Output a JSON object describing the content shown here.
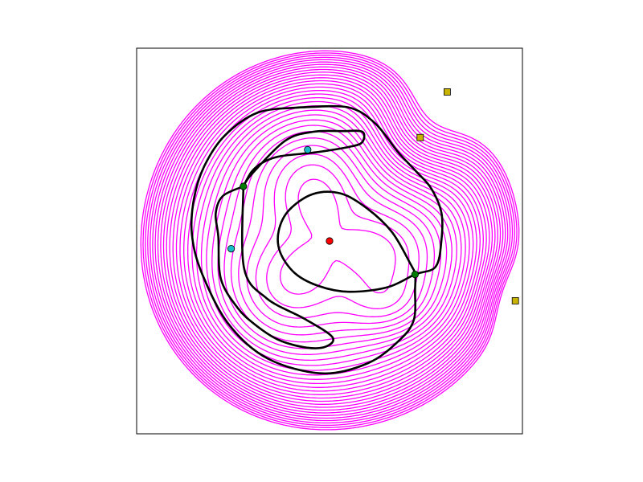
{
  "chart_data": {
    "type": "contour",
    "title": "",
    "xlabel": "",
    "ylabel": "",
    "xlim": [
      -3,
      3
    ],
    "ylim": [
      -3,
      3
    ],
    "axes_ticks": "none",
    "grid": false,
    "legend": "none",
    "colors": {
      "contour": "#ff00ff",
      "separatrix": "#000000",
      "minimum": "#ff0000",
      "saddle": "#007a00",
      "secondary_min": "#17bcc8",
      "maximum": "#c8b400",
      "frame": "#000000"
    },
    "points": [
      {
        "kind": "minimum",
        "marker": "circle",
        "x": 0.0,
        "y": 0.0
      },
      {
        "kind": "saddle",
        "marker": "circle",
        "x": -1.34,
        "y": 0.85
      },
      {
        "kind": "saddle",
        "marker": "circle",
        "x": 1.33,
        "y": -0.52
      },
      {
        "kind": "secondary_min",
        "marker": "circle",
        "x": -0.34,
        "y": 1.42
      },
      {
        "kind": "secondary_min",
        "marker": "circle",
        "x": -1.53,
        "y": -0.12
      },
      {
        "kind": "maximum",
        "marker": "square",
        "x": 1.83,
        "y": 2.32
      },
      {
        "kind": "maximum",
        "marker": "square",
        "x": 1.41,
        "y": 1.61
      },
      {
        "kind": "maximum",
        "marker": "square",
        "x": 2.89,
        "y": -0.93
      }
    ],
    "separatrices": [
      {
        "name": "outer-loop",
        "points": [
          [
            -0.44,
            2.08
          ],
          [
            0.29,
            2.08
          ],
          [
            0.71,
            1.83
          ],
          [
            1.06,
            1.39
          ],
          [
            1.35,
            1.08
          ],
          [
            1.58,
            0.82
          ],
          [
            1.74,
            0.44
          ],
          [
            1.74,
            0.01
          ],
          [
            1.65,
            -0.4
          ],
          [
            1.33,
            -0.52
          ],
          [
            0.9,
            -0.72
          ],
          [
            0.3,
            -0.79
          ],
          [
            -0.17,
            -0.7
          ],
          [
            -0.54,
            -0.5
          ],
          [
            -0.77,
            -0.17
          ],
          [
            -0.79,
            0.16
          ],
          [
            -0.63,
            0.48
          ],
          [
            -0.26,
            0.73
          ],
          [
            0.17,
            0.74
          ],
          [
            0.58,
            0.51
          ],
          [
            0.97,
            0.14
          ],
          [
            1.26,
            -0.36
          ],
          [
            1.33,
            -0.52
          ],
          [
            1.33,
            -0.76
          ],
          [
            1.31,
            -1.23
          ],
          [
            1.08,
            -1.55
          ],
          [
            0.6,
            -1.9
          ],
          [
            -0.11,
            -2.06
          ],
          [
            -0.96,
            -1.83
          ],
          [
            -1.58,
            -1.28
          ],
          [
            -1.99,
            -0.49
          ],
          [
            -2.14,
            0.1
          ],
          [
            -2.11,
            0.65
          ],
          [
            -1.95,
            1.16
          ],
          [
            -1.63,
            1.64
          ],
          [
            -1.11,
            2.0
          ],
          [
            -0.44,
            2.08
          ]
        ]
      },
      {
        "name": "upper-lobe",
        "points": [
          [
            -1.34,
            0.85
          ],
          [
            -1.21,
            1.08
          ],
          [
            -1.04,
            1.22
          ],
          [
            -0.76,
            1.32
          ],
          [
            -0.21,
            1.38
          ],
          [
            0.33,
            1.47
          ],
          [
            0.51,
            1.54
          ],
          [
            0.51,
            1.7
          ],
          [
            0.21,
            1.71
          ],
          [
            -0.25,
            1.7
          ],
          [
            -0.69,
            1.56
          ],
          [
            -1.21,
            1.04
          ],
          [
            -1.34,
            0.85
          ]
        ]
      },
      {
        "name": "lower-lobe",
        "points": [
          [
            -1.34,
            0.85
          ],
          [
            -1.66,
            0.7
          ],
          [
            -1.77,
            0.43
          ],
          [
            -1.73,
            0.07
          ],
          [
            -1.69,
            -0.59
          ],
          [
            -1.43,
            -1.04
          ],
          [
            -1.16,
            -1.3
          ],
          [
            -0.79,
            -1.54
          ],
          [
            -0.35,
            -1.66
          ],
          [
            -0.05,
            -1.64
          ],
          [
            0.04,
            -1.49
          ],
          [
            -0.39,
            -1.21
          ],
          [
            -0.98,
            -0.89
          ],
          [
            -1.33,
            -0.42
          ],
          [
            -1.34,
            0.85
          ]
        ]
      }
    ],
    "contour_levels": [
      0.09,
      0.24,
      0.39,
      0.54,
      0.69,
      0.84,
      0.99,
      1.14,
      1.29,
      1.44,
      1.59,
      1.74,
      1.89,
      2.04,
      2.19,
      2.34,
      2.49,
      2.64,
      2.79,
      2.94,
      3.09,
      3.24,
      3.39,
      3.54,
      3.69,
      3.84,
      3.99,
      4.14,
      4.29,
      4.44
    ],
    "contour_lobes": [
      {
        "x": 1.41,
        "y": 1.61,
        "sx": 0.55,
        "sy": 0.55,
        "a": 1.2
      },
      {
        "x": 1.83,
        "y": 2.32,
        "sx": 0.6,
        "sy": 0.6,
        "a": 1.0
      },
      {
        "x": 2.89,
        "y": -0.93,
        "sx": 0.35,
        "sy": 0.45,
        "a": 0.9
      },
      {
        "x": 0.9,
        "y": -1.05,
        "sx": 0.55,
        "sy": 0.35,
        "a": -0.4
      }
    ]
  }
}
